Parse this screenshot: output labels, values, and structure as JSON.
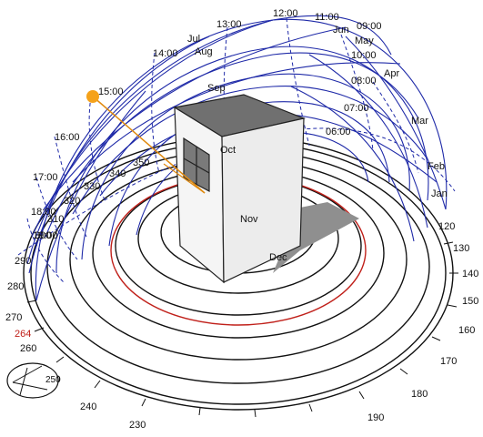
{
  "sun_path": {
    "hour_labels": [
      "15:00",
      "14:00",
      "13:00",
      "12:00",
      "11:00",
      "10:00",
      "09:00",
      "08:00",
      "07:00",
      "06:00",
      "16:00",
      "17:00",
      "18:00",
      "19:00"
    ],
    "month_labels": [
      "Jul",
      "Aug",
      "Jun",
      "May",
      "Apr",
      "Mar",
      "Feb",
      "Jan",
      "Sep",
      "Oct",
      "Nov",
      "Dec"
    ],
    "current_sun_time": "15:00",
    "current_azimuth_label": "264",
    "colors": {
      "grid": "#1f2aa8",
      "sun": "#f5a21a",
      "ray": "#e08a10",
      "highlight": "#c0201a",
      "ground": "#111111"
    }
  },
  "compass": {
    "degree_labels": [
      "350",
      "340",
      "330",
      "320",
      "310",
      "300",
      "290",
      "280",
      "270",
      "260",
      "250",
      "240",
      "230",
      "120",
      "130",
      "140",
      "150",
      "160",
      "170",
      "180",
      "190"
    ]
  },
  "building": {
    "shape": "box",
    "shadow": "grey"
  },
  "inset": {
    "label": "250"
  }
}
